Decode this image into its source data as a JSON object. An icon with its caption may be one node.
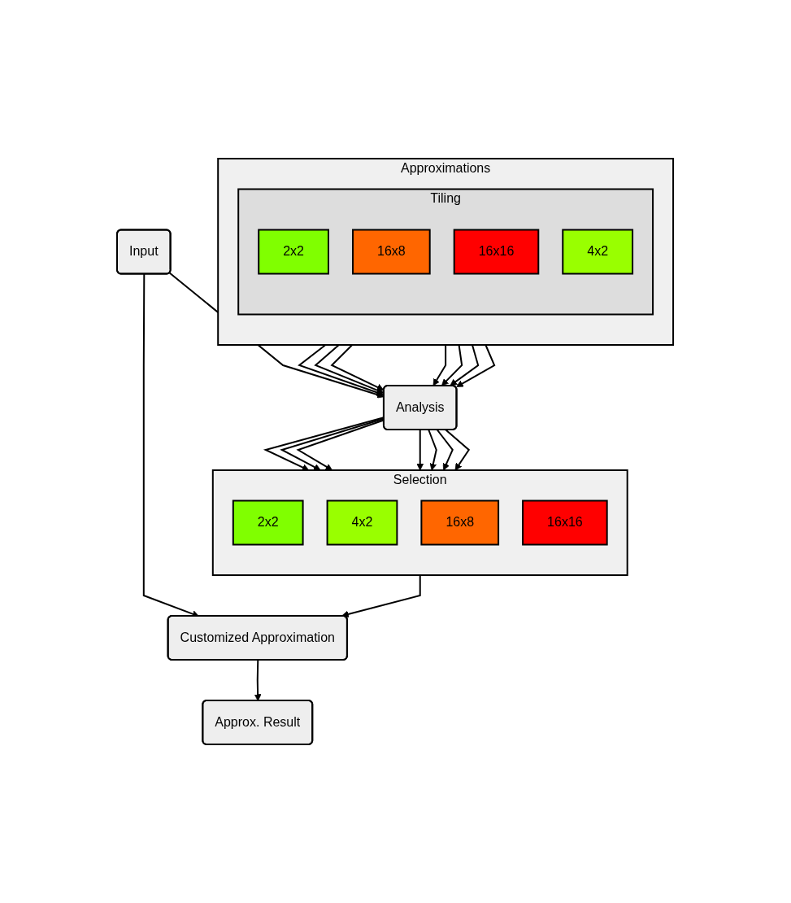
{
  "diagram": {
    "nodes": [
      {
        "text": [
          "Approximations"
        ]
      },
      {
        "text": [
          "Tiling"
        ],
        "in": 0
      },
      {
        "text": [
          "2x2"
        ],
        "in": 1
      },
      {
        "text": [
          "16x8"
        ],
        "in": 1
      },
      {
        "text": [
          "16x16"
        ],
        "in": 1
      },
      {
        "text": [
          "4x2"
        ],
        "in": 1
      },
      {
        "text": [
          "Input"
        ]
      },
      {
        "text": [
          "Analysis"
        ]
      },
      {
        "text": [
          "Selection"
        ]
      },
      {
        "text": [
          "2x2"
        ],
        "in": 8
      },
      {
        "text": [
          "4x2"
        ],
        "in": 8
      },
      {
        "text": [
          "16x8"
        ],
        "in": 8
      },
      {
        "text": [
          "16x16"
        ],
        "in": 8
      },
      {
        "text": [
          "Customized Approximation"
        ]
      },
      {
        "text": [
          "Approx. Result"
        ]
      }
    ],
    "edges": [
      {
        "from": 0,
        "to": 7,
        "arrow": "to"
      },
      {
        "from": 0,
        "to": 7,
        "arrow": "to"
      },
      {
        "from": 0,
        "to": 7,
        "arrow": "to"
      },
      {
        "from": 0,
        "to": 7,
        "arrow": "to"
      },
      {
        "from": 0,
        "to": 7,
        "arrow": "to"
      },
      {
        "from": 0,
        "to": 7,
        "arrow": "to"
      },
      {
        "from": 0,
        "to": 7,
        "arrow": "to"
      },
      {
        "from": 6,
        "to": 7,
        "arrow": "to"
      },
      {
        "from": 6,
        "to": 13,
        "arrow": "to"
      },
      {
        "from": 7,
        "to": 8,
        "arrow": "to"
      },
      {
        "from": 7,
        "to": 8,
        "arrow": "to"
      },
      {
        "from": 7,
        "to": 8,
        "arrow": "to"
      },
      {
        "from": 7,
        "to": 8,
        "arrow": "to"
      },
      {
        "from": 7,
        "to": 8,
        "arrow": "to"
      },
      {
        "from": 7,
        "to": 8,
        "arrow": "to"
      },
      {
        "from": 7,
        "to": 8,
        "arrow": "to"
      },
      {
        "from": 8,
        "to": 13,
        "arrow": "to"
      },
      {
        "from": 13,
        "to": 14,
        "arrow": "to"
      }
    ]
  }
}
